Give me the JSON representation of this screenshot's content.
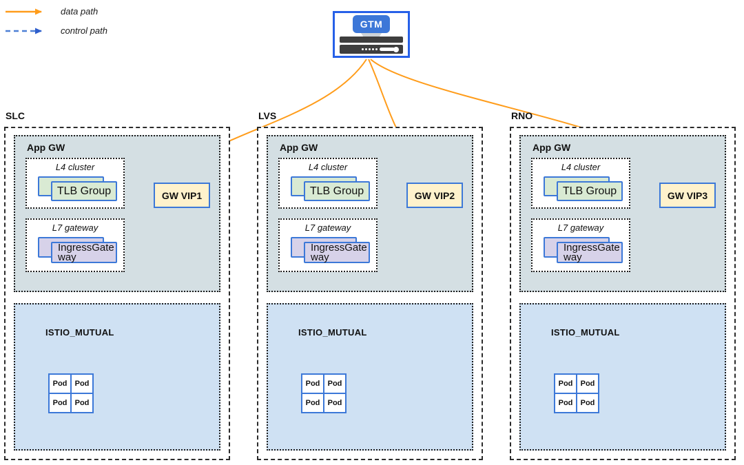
{
  "legend": {
    "items": [
      {
        "label": "data path",
        "style": "solid",
        "color": "#FF9C1A"
      },
      {
        "label": "control path",
        "style": "dashed",
        "color": "#3D6FD1"
      }
    ]
  },
  "gtm": {
    "label": "GTM"
  },
  "regions": [
    {
      "name": "SLC",
      "app_gw_label": "App GW",
      "l4_label": "L4 cluster",
      "tlb_label": "TLB Group",
      "vip_label": "GW VIP1",
      "l7_label": "L7 gateway",
      "ingress_label": "IngressGateway",
      "istio_label": "ISTIO_MUTUAL",
      "pods": [
        "Pod",
        "Pod",
        "Pod",
        "Pod"
      ]
    },
    {
      "name": "LVS",
      "app_gw_label": "App GW",
      "l4_label": "L4 cluster",
      "tlb_label": "TLB Group",
      "vip_label": "GW VIP2",
      "l7_label": "L7 gateway",
      "ingress_label": "IngressGateway",
      "istio_label": "ISTIO_MUTUAL",
      "pods": [
        "Pod",
        "Pod",
        "Pod",
        "Pod"
      ]
    },
    {
      "name": "RNO",
      "app_gw_label": "App GW",
      "l4_label": "L4 cluster",
      "tlb_label": "TLB Group",
      "vip_label": "GW VIP3",
      "l7_label": "L7 gateway",
      "ingress_label": "IngressGateway",
      "istio_label": "ISTIO_MUTUAL",
      "pods": [
        "Pod",
        "Pod",
        "Pod",
        "Pod"
      ]
    }
  ],
  "colors": {
    "data_path": "#FF9C1A",
    "control_path": "#4D7FD6",
    "control_path_head": "#2E5ECC",
    "node_border": "#3C78D8",
    "tlb_fill": "#D9EAD3",
    "ingress_fill": "#D7D2E9",
    "vip_fill": "#FFF2CC",
    "app_gw_fill": "#D4DFE3",
    "istio_fill": "#CFE1F3",
    "gtm_border": "#2660E8"
  }
}
